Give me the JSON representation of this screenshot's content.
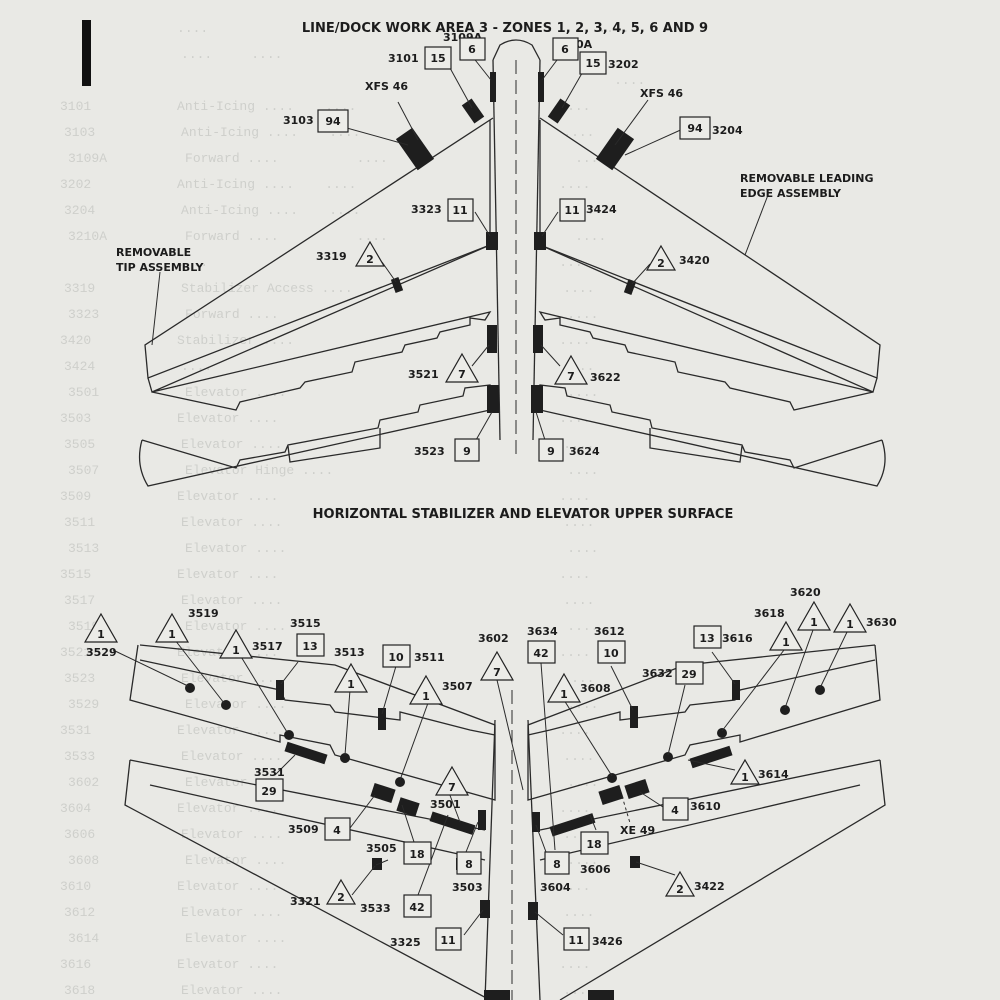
{
  "titles": {
    "top": "LINE/DOCK WORK AREA 3 - ZONES 1, 2, 3, 4, 5, 6 AND 9",
    "middle": "HORIZONTAL STABILIZER AND ELEVATOR UPPER SURFACE"
  },
  "notes": {
    "removable_tip": [
      "REMOVABLE",
      "TIP ASSEMBLY"
    ],
    "removable_leading_edge": [
      "REMOVABLE LEADING",
      "EDGE ASSEMBLY"
    ]
  },
  "labels": {
    "xfs46_left": "XFS 46",
    "xfs46_right": "XFS 46",
    "xe49": "XE 49"
  },
  "panel_tags": {
    "p3109a": "3109A",
    "p3101": "3101",
    "p3103": "3103",
    "p3210a": "3210A",
    "p3202": "3202",
    "p3204": "3204",
    "p3323": "3323",
    "p3424": "3424",
    "p3319": "3319",
    "p3420": "3420",
    "p3521": "3521",
    "p3622": "3622",
    "p3523": "3523",
    "p3624": "3624",
    "p3529": "3529",
    "p3519": "3519",
    "p3517": "3517",
    "p3515": "3515",
    "p3513": "3513",
    "p3511": "3511",
    "p3507": "3507",
    "p3602": "3602",
    "p3634": "3634",
    "p3612": "3612",
    "p3608": "3608",
    "p3632": "3632",
    "p3616": "3616",
    "p3618": "3618",
    "p3620": "3620",
    "p3630": "3630",
    "p3531": "3531",
    "p3501": "3501",
    "p3509": "3509",
    "p3505": "3505",
    "p3503": "3503",
    "p3321": "3321",
    "p3533": "3533",
    "p3325": "3325",
    "p3604": "3604",
    "p3606": "3606",
    "p3610": "3610",
    "p3614": "3614",
    "p3422": "3422",
    "p3426": "3426"
  },
  "zones": {
    "z6a": "6",
    "z15a": "15",
    "z6b": "6",
    "z15b": "15",
    "z94a": "94",
    "z94b": "94",
    "z11a": "11",
    "z11b": "11",
    "z2a": "2",
    "z2b": "2",
    "z7a": "7",
    "z7b": "7",
    "z9a": "9",
    "z9b": "9",
    "t1a": "1",
    "t1b": "1",
    "t1c": "1",
    "t1d": "1",
    "t1e": "1",
    "t1f": "1",
    "t1g": "1",
    "t1h": "1",
    "t1i": "1",
    "b13a": "13",
    "b10a": "10",
    "b42a": "42",
    "b10b": "10",
    "b13b": "13",
    "b29a": "29",
    "t7c": "7",
    "t7d": "7",
    "b29b": "29",
    "b4a": "4",
    "b18a": "18",
    "b8a": "8",
    "b42b": "42",
    "t2c": "2",
    "b11c": "11",
    "b8b": "8",
    "b18b": "18",
    "b4b": "4",
    "t2d": "2",
    "b11d": "11"
  },
  "ghost_text": [
    "               ....                                                  ....",
    "               ....     ....                                   ....",
    "                                                                      ....",
    "3101           Anti-Icing ....    ....                          ....",
    "3103           Anti-Icing ....    ....                          ....",
    "3109A          Forward ....          ....                        ....",
    "3202           Anti-Icing ....    ....                          ....",
    "3204           Anti-Icing ....    ....                          ....",
    "3210A          Forward ....          ....                        ....",
    "               ....                                             ....",
    "3319           Stabilizer Access ....                           ....",
    "3323           Forward ....                                     ....",
    "3420           Stabilizer ....                                  ....",
    "3424           ....                                             ....",
    "3501           Elevator ....                                    ....",
    "3503           Elevator ....                                    ....",
    "3505           Elevator ....                                    ....",
    "3507           Elevator Hinge ....                              ....",
    "3509           Elevator ....                                    ....",
    "3511           Elevator ....                                    ....",
    "3513           Elevator ....                                    ....",
    "3515           Elevator ....                                    ....",
    "3517           Elevator ....                                    ....",
    "3519           Elevator ....                                    ....",
    "3521           Elevator ....                                    ....",
    "3523           Elevator ....                                    ....",
    "3529           Elevator ....                                    ....",
    "3531           Elevator ....                                    ....",
    "3533           Elevator ....                                    ....",
    "3602           Elevator ....                                    ....",
    "3604           Elevator ....                                    ....",
    "3606           Elevator ....                                    ....",
    "3608           Elevator ....                                    ....",
    "3610           Elevator ....                                    ....",
    "3612           Elevator ....                                    ....",
    "3614           Elevator ....                                    ....",
    "3616           Elevator ....                                    ....",
    "3618           Elevator ....                                    ...."
  ]
}
